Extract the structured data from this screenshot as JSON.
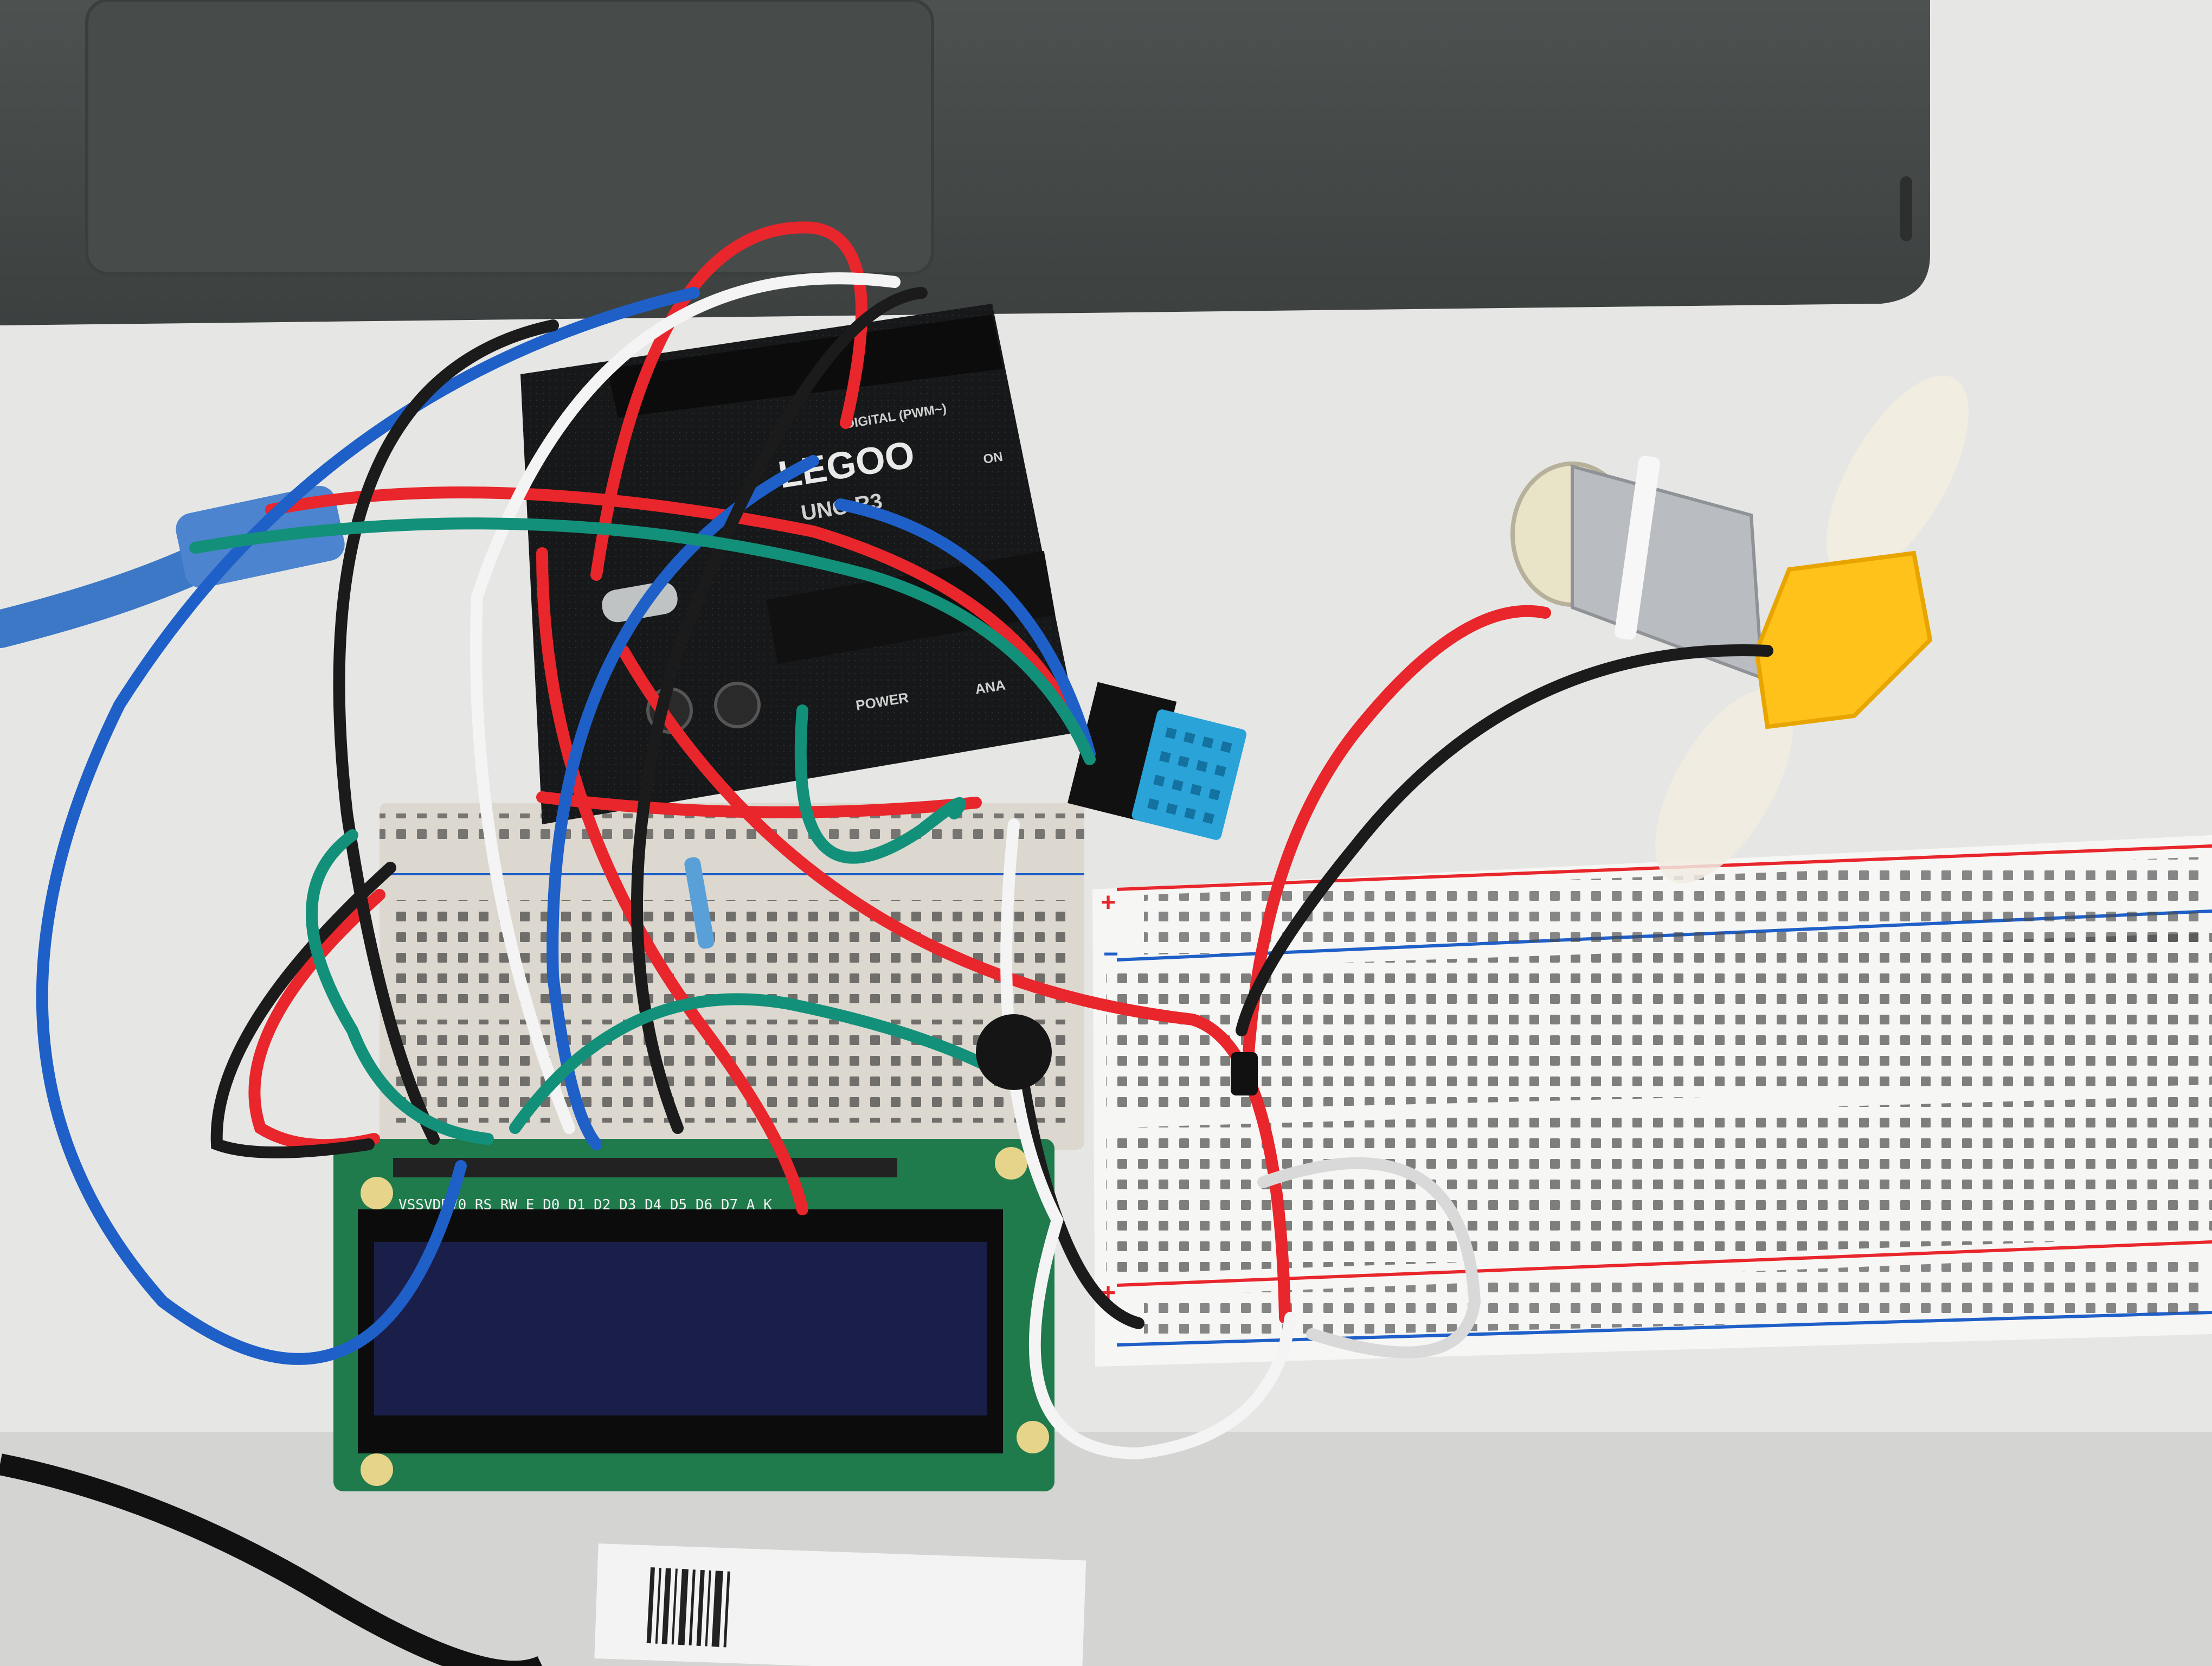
{
  "arduino": {
    "brand": "LEGOO",
    "model": "UNO R3",
    "digital_label": "DIGITAL (PWM~)",
    "on_label": "ON",
    "power_label": "POWER",
    "analog_label": "ANA"
  },
  "lcd": {
    "pin_labels": "VSSVDDV0 RS RW E  D0 D1 D2 D3 D4 D5 D6 D7 A  K"
  },
  "colors": {
    "red_wire": "#e8262b",
    "blue_wire": "#1f5fc8",
    "black_wire": "#1b1b1b",
    "white_wire": "#f4f4f4",
    "green_wire": "#13907a",
    "sensor": "#2aa3d9",
    "fan": "#ffc21a",
    "lcd_screen": "#1a1f4a",
    "lcd_pcb": "#1f7a4c"
  },
  "icons": [
    "laptop",
    "usb-cable",
    "arduino-board",
    "breadboard",
    "lcd-display",
    "dht11-sensor",
    "dc-motor",
    "fan-propeller"
  ]
}
